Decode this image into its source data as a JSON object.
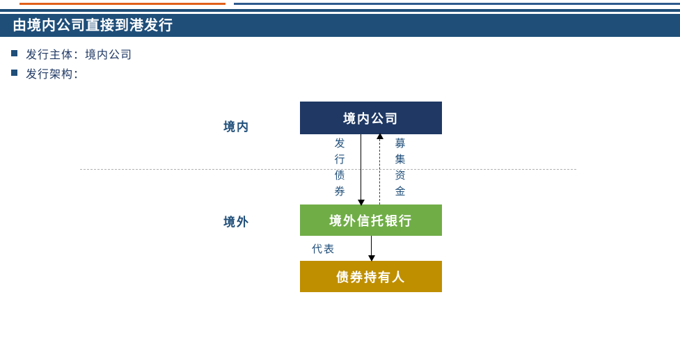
{
  "slide": {
    "title": "由境内公司直接到港发行",
    "bullets": [
      {
        "text": "发行主体：境内公司"
      },
      {
        "text": "发行架构："
      }
    ]
  },
  "decor": {
    "orange_rule_color": "#E2611C",
    "blue_rule_color": "#2E5A8E",
    "title_band_color": "#1F4E79"
  },
  "diagram": {
    "zones": [
      {
        "key": "onshore",
        "label": "境内"
      },
      {
        "key": "offshore",
        "label": "境外"
      }
    ],
    "nodes": [
      {
        "key": "issuer",
        "label": "境内公司",
        "color": "#1F3864"
      },
      {
        "key": "trustee",
        "label": "境外信托银行",
        "color": "#70AD47"
      },
      {
        "key": "holders",
        "label": "债券持有人",
        "color": "#BF8F00"
      }
    ],
    "flows": [
      {
        "key": "issue_bonds",
        "label": "发行债券",
        "from": "issuer",
        "to": "trustee",
        "style": "solid",
        "direction": "down"
      },
      {
        "key": "raise_funds",
        "label": "募集资金",
        "from": "trustee",
        "to": "issuer",
        "style": "dashed",
        "direction": "up"
      },
      {
        "key": "represent",
        "label": "代表",
        "from": "trustee",
        "to": "holders",
        "style": "solid",
        "direction": "down"
      }
    ],
    "divider": {
      "label": "onshore-offshore-divider",
      "style": "dashed"
    }
  }
}
